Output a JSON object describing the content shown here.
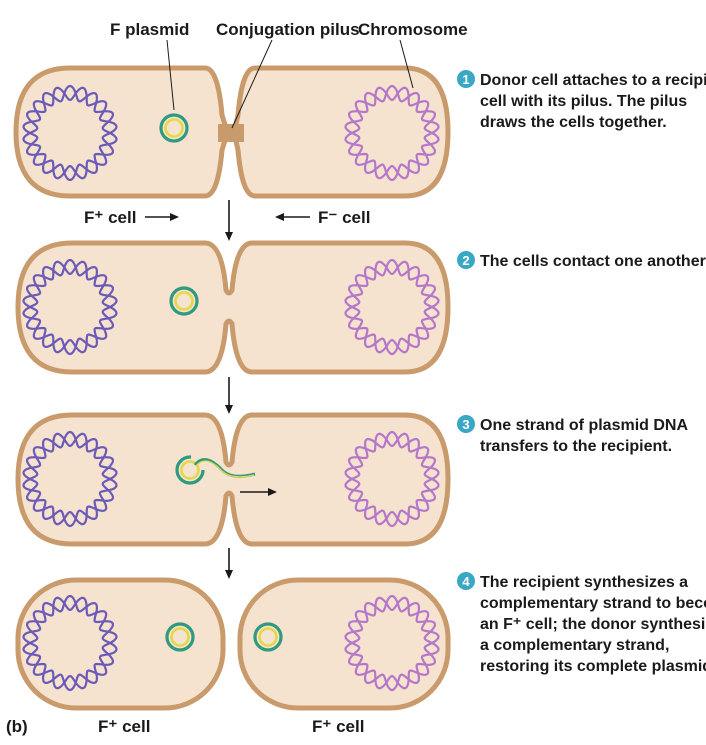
{
  "labels": {
    "f_plasmid": "F plasmid",
    "conjugation_pilus": "Conjugation pilus",
    "chromosome": "Chromosome",
    "f_plus_cell": "F⁺ cell",
    "f_minus_cell": "F⁻ cell",
    "panel": "(b)",
    "bottom_left": "F⁺ cell",
    "bottom_right": "F⁺ cell"
  },
  "steps": [
    {
      "number": "1",
      "lines": [
        "Donor cell attaches to a recipie",
        "cell with its pilus. The pilus",
        "draws the cells together."
      ]
    },
    {
      "number": "2",
      "lines": [
        "The cells contact one another."
      ]
    },
    {
      "number": "3",
      "lines": [
        "One strand of plasmid DNA",
        "transfers to the recipient."
      ]
    },
    {
      "number": "4",
      "lines": [
        "The recipient synthesizes a",
        "complementary strand to beco",
        "an F⁺ cell; the donor synthesize",
        "a complementary strand,",
        "restoring its complete plasmid."
      ]
    }
  ],
  "colors": {
    "cell_fill": "#f6e3cf",
    "cell_outline": "#c99a6b",
    "donor_chromosome": "#6b5bb8",
    "recipient_chromosome": "#b477c9",
    "plasmid_outer": "#2f9a7e",
    "plasmid_inner": "#e3d84a",
    "step_badge": "#3aa7c4"
  }
}
